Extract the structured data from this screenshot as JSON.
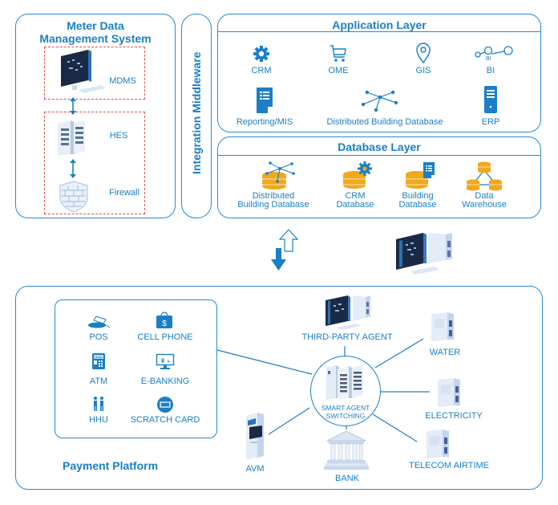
{
  "mdms_panel": {
    "title_line1": "Meter Data",
    "title_line2": "Management System",
    "components": [
      {
        "label": "MDMS",
        "icon": "computer-icon"
      },
      {
        "label": "HES",
        "icon": "server-rack-icon"
      },
      {
        "label": "Firewall",
        "icon": "firewall-shield-icon"
      }
    ]
  },
  "middleware": {
    "title": "Integration Middleware"
  },
  "application_layer": {
    "title": "Application Layer",
    "items": [
      {
        "label": "CRM",
        "icon": "gear-icon"
      },
      {
        "label": "OME",
        "icon": "shopping-cart-icon"
      },
      {
        "label": "GIS",
        "icon": "map-pin-icon"
      },
      {
        "label": "BI",
        "icon": "network-nodes-icon",
        "icon_text": "BI"
      },
      {
        "label": "Reporting/MIS",
        "icon": "report-document-icon"
      },
      {
        "label": "Distributed Building Database",
        "icon": "star-network-icon"
      },
      {
        "label": "ERP",
        "icon": "server-tower-icon"
      }
    ]
  },
  "database_layer": {
    "title": "Database Layer",
    "items": [
      {
        "line1": "Distributed",
        "line2": "Building Database",
        "icon": "database-network-icon"
      },
      {
        "line1": "CRM",
        "line2": "Database",
        "icon": "database-gear-icon"
      },
      {
        "line1": "Building",
        "line2": "Database",
        "icon": "database-document-icon"
      },
      {
        "line1": "Data",
        "line2": "Warehouse",
        "icon": "data-warehouse-icon"
      }
    ]
  },
  "payment_platform": {
    "title": "Payment Platform",
    "channels": [
      {
        "label": "POS",
        "icon": "pos-terminal-icon"
      },
      {
        "label": "CELL PHONE",
        "icon": "wallet-dollar-icon",
        "icon_text": "$"
      },
      {
        "label": "ATM",
        "icon": "atm-icon",
        "icon_text": "ATM"
      },
      {
        "label": "E-BANKING",
        "icon": "monitor-yen-icon",
        "icon_text": "¥"
      },
      {
        "label": "HHU",
        "icon": "people-icon"
      },
      {
        "label": "SCRATCH CARD",
        "icon": "ticket-icon"
      }
    ],
    "hub": {
      "line1": "SMART AGENT",
      "line2": "SWITCHING",
      "icon": "server-cluster-icon"
    },
    "nodes": [
      {
        "label": "THIRD-PARTY AGENT",
        "icon": "workstation-icon"
      },
      {
        "label": "WATER",
        "icon": "server-icon"
      },
      {
        "label": "ELECTRICITY",
        "icon": "server-icon"
      },
      {
        "label": "TELECOM AIRTIME",
        "icon": "server-icon"
      },
      {
        "label": "BANK",
        "icon": "bank-building-icon"
      },
      {
        "label": "AVM",
        "icon": "kiosk-icon"
      }
    ]
  },
  "colors": {
    "primary": "#1a7fc6",
    "border": "#2a8ad0",
    "database": "#f0a81c",
    "dashed": "#d9534f"
  }
}
